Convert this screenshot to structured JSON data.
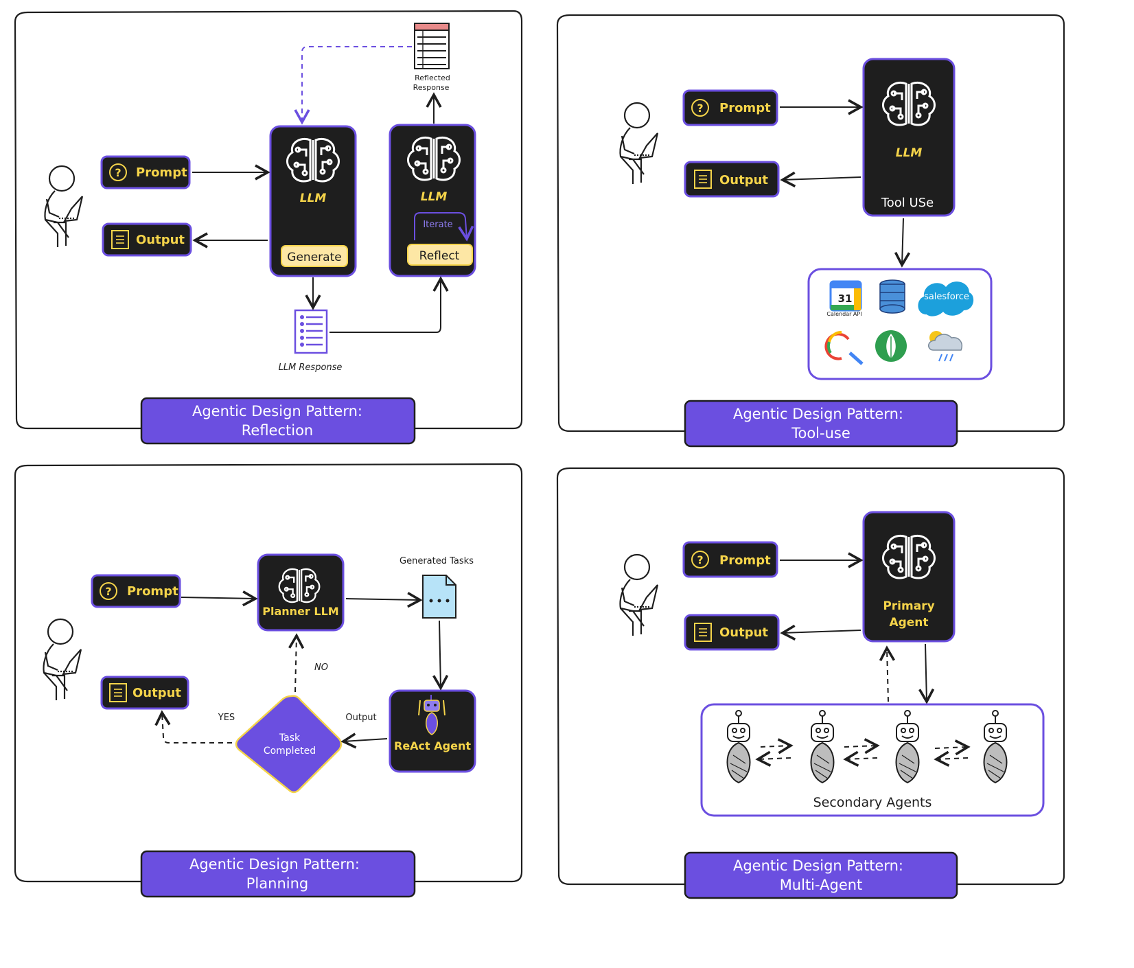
{
  "colors": {
    "accent": "#6b4fe0",
    "dark": "#1e1e1e",
    "label_yellow": "#f5d44a",
    "chip_fill": "#fde7a5",
    "doc_blue": "#b7e3f8"
  },
  "panels": {
    "reflection": {
      "prompt": "Prompt",
      "output": "Output",
      "llm1": "LLM",
      "generate": "Generate",
      "llm2": "LLM",
      "iterate": "Iterate",
      "reflect": "Reflect",
      "reflected_response": [
        "Reflected",
        "Response"
      ],
      "llm_response": "LLM Response",
      "title": [
        "Agentic Design Pattern:",
        "Reflection"
      ]
    },
    "tool_use": {
      "prompt": "Prompt",
      "output": "Output",
      "llm": "LLM",
      "tool_use": "Tool USe",
      "calendar_number": "31",
      "calendar_caption": "Calendar API",
      "salesforce": "salesforce",
      "title": [
        "Agentic Design Pattern:",
        "Tool-use"
      ]
    },
    "planning": {
      "prompt": "Prompt",
      "output": "Output",
      "planner": "Planner LLM",
      "generated_tasks": "Generated Tasks",
      "react_agent": "ReAct Agent",
      "task_completed": [
        "Task",
        "Completed"
      ],
      "no": "NO",
      "yes": "YES",
      "output_label": "Output",
      "title": [
        "Agentic Design Pattern:",
        "Planning"
      ]
    },
    "multi_agent": {
      "prompt": "Prompt",
      "output": "Output",
      "primary": [
        "Primary",
        "Agent"
      ],
      "secondary": "Secondary Agents",
      "title": [
        "Agentic Design Pattern:",
        "Multi-Agent"
      ]
    }
  }
}
